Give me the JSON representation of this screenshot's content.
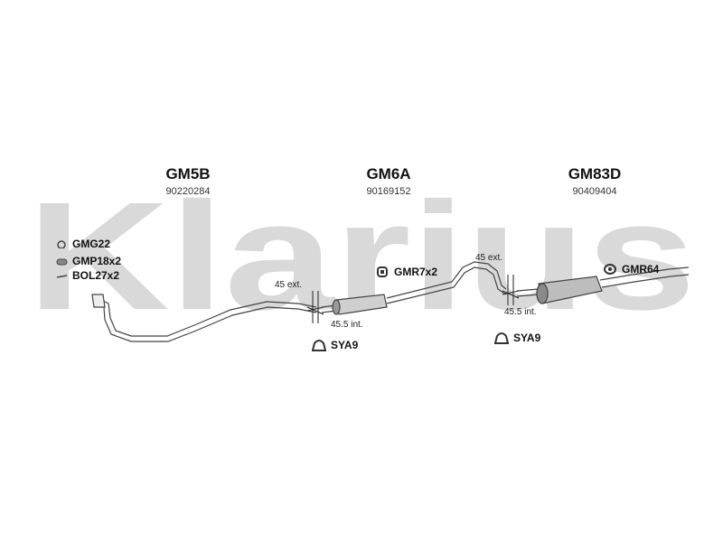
{
  "watermark": "Klarius",
  "parts": [
    {
      "code": "GM5B",
      "number": "90220284"
    },
    {
      "code": "GM6A",
      "number": "90169152"
    },
    {
      "code": "GM83D",
      "number": "90409404"
    }
  ],
  "legend": [
    {
      "icon": "ring-gasket-icon",
      "label": "GMG22"
    },
    {
      "icon": "clamp-icon",
      "label": "GMP18x2"
    },
    {
      "icon": "bolt-icon",
      "label": "BOL27x2"
    }
  ],
  "callouts": {
    "rubber_mount_mid": "GMR7x2",
    "rubber_mount_rear": "GMR64",
    "clamp_left": "SYA9",
    "clamp_right": "SYA9"
  },
  "dimensions": {
    "left_ext": "45 ext.",
    "left_int": "45.5 int.",
    "right_ext": "45 ext.",
    "right_int": "45.5 int."
  },
  "colors": {
    "watermark": "#d9d9d9",
    "pipe_stroke": "#444444",
    "muffler_fill": "#cfcfcf"
  }
}
